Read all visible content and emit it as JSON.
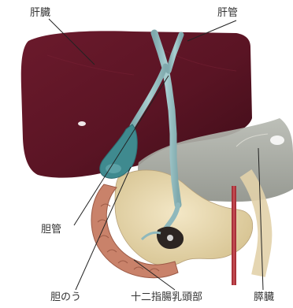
{
  "labels": {
    "liver": "肝臓",
    "hepatic_duct": "肝管",
    "bile_duct": "胆管",
    "gallbladder": "胆のう",
    "duodenal_papilla": "十二指腸乳頭部",
    "pancreas": "膵臓"
  },
  "colors": {
    "liver": "#5c1525",
    "duct": "#8fb8bc",
    "stomach": "#a3a69e",
    "duodenum": "#c9826a",
    "pancreas": "#e9d9b4",
    "vessel": "#a8323a",
    "leader_line": "#222222"
  }
}
